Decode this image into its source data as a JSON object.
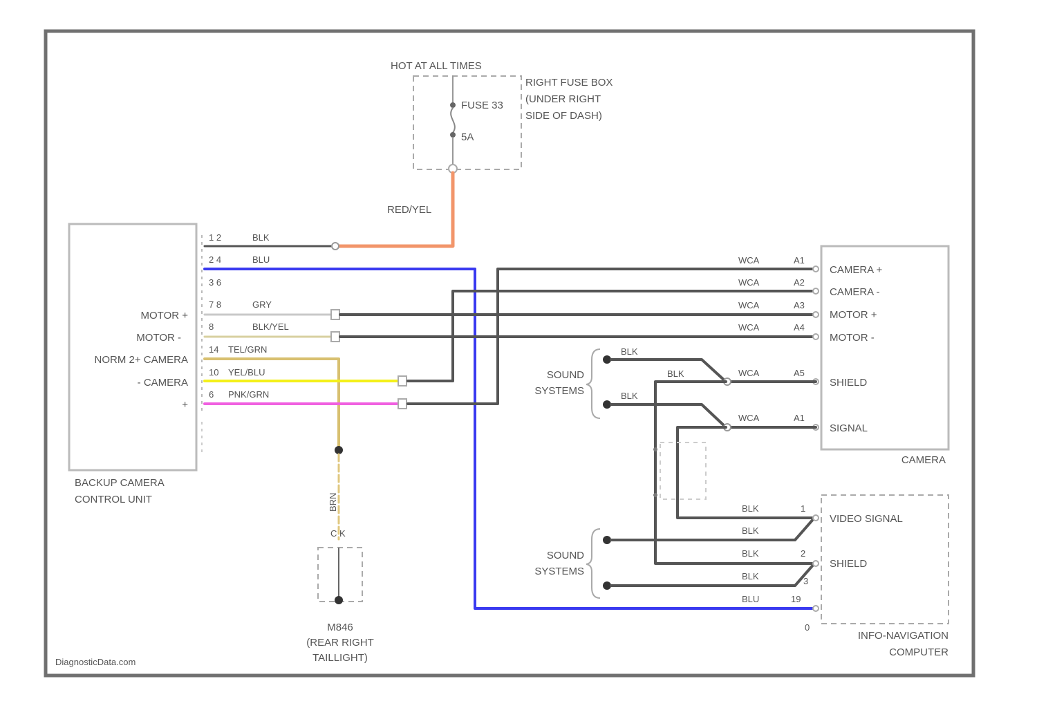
{
  "colors": {
    "frame": "#707070",
    "wire_black": "#555555",
    "wire_blue": "#3a3af0",
    "wire_red_yellow": "#f2956a",
    "wire_yellow": "#f4f01a",
    "wire_pink": "#f060e0",
    "wire_tan": "#d8c070",
    "wire_light": "#c8c8c8"
  },
  "power": {
    "hot_label": "HOT AT ALL TIMES",
    "fuse_box_label": [
      "RIGHT FUSE BOX",
      "(UNDER RIGHT",
      "SIDE OF DASH)"
    ],
    "fuse_label": "FUSE 33",
    "fuse_amp": "5A",
    "feed_wire": "RED/YEL"
  },
  "control_unit": {
    "name": [
      "BACKUP CAMERA",
      "CONTROL UNIT"
    ],
    "inner_labels": [
      "MOTOR +",
      "MOTOR -",
      "NORM 2+ CAMERA",
      "- CAMERA",
      "+"
    ],
    "pins": [
      {
        "pin": "1 2",
        "wire": "BLK"
      },
      {
        "pin": "2 4",
        "wire": "BLU"
      },
      {
        "pin": "3 6",
        "wire": ""
      },
      {
        "pin": "7 8",
        "wire": "GRY"
      },
      {
        "pin": "8",
        "wire": "BLK/YEL"
      },
      {
        "pin": "14",
        "wire": "TEL/GRN"
      },
      {
        "pin": "10",
        "wire": "YEL/BLU"
      },
      {
        "pin": "6",
        "wire": "PNK/GRN"
      }
    ]
  },
  "camera": {
    "name": "CAMERA",
    "pins": [
      {
        "wire": "WCA",
        "pin": "A1",
        "label": "CAMERA +"
      },
      {
        "wire": "WCA",
        "pin": "A2",
        "label": "CAMERA -"
      },
      {
        "wire": "WCA",
        "pin": "A3",
        "label": "MOTOR +"
      },
      {
        "wire": "WCA",
        "pin": "A4",
        "label": "MOTOR -"
      },
      {
        "wire": "WCA",
        "pin": "A5",
        "label": "SHIELD"
      },
      {
        "wire": "WCA",
        "pin": "A1",
        "label": "SIGNAL"
      }
    ]
  },
  "sound_upper": {
    "label": [
      "SOUND",
      "SYSTEMS"
    ],
    "wires": [
      "BLK",
      "BLK",
      "BLK"
    ]
  },
  "sound_lower": {
    "label": [
      "SOUND",
      "SYSTEMS"
    ]
  },
  "computer": {
    "name": [
      "INFO-NAVIGATION",
      "COMPUTER"
    ],
    "pins": [
      {
        "wire": "BLK",
        "pin": "1",
        "label": "VIDEO SIGNAL"
      },
      {
        "wire": "BLK",
        "pin": ""
      },
      {
        "wire": "BLK",
        "pin": "2",
        "label": "SHIELD"
      },
      {
        "wire": "BLK",
        "pin": "3"
      },
      {
        "wire": "BLU",
        "pin": "19"
      }
    ],
    "ground_pin": "0"
  },
  "ground": {
    "name": [
      "M846",
      "(REAR RIGHT",
      "TAILLIGHT)"
    ],
    "wire": "BRN",
    "connector": "C K"
  },
  "watermark": "DiagnosticData.com"
}
